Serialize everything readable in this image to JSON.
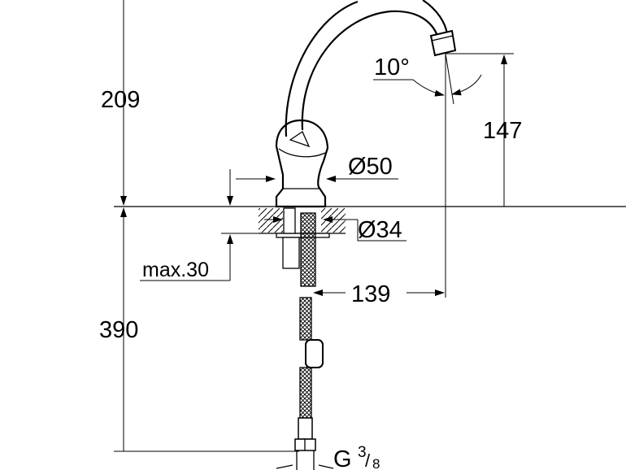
{
  "drawing": {
    "dimensions": {
      "spout_height_above_counter": "209",
      "below_counter_length": "390",
      "outlet_height": "147",
      "spout_reach": "139",
      "body_diameter": "Ø50",
      "hole_diameter": "Ø34",
      "max_counter_thickness": "max.30",
      "spout_angle": "10°",
      "connection_thread_base": "G",
      "connection_thread_num": "3",
      "connection_thread_den": "8"
    }
  }
}
